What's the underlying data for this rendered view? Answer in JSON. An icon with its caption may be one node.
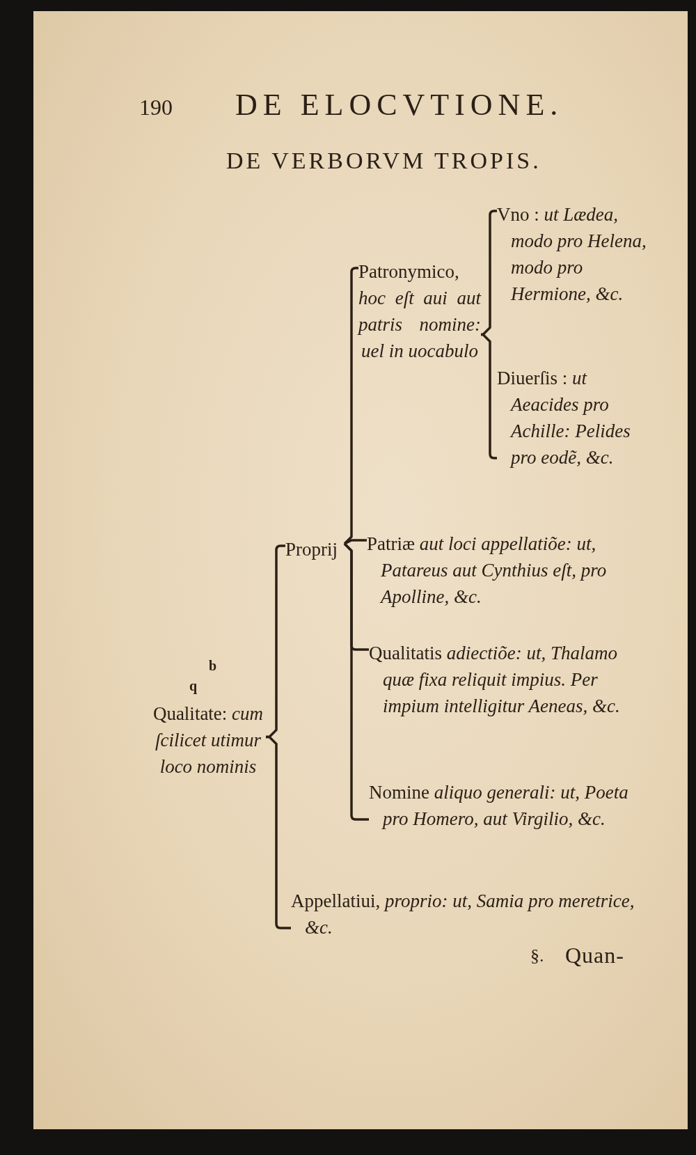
{
  "diagram": {
    "title": "DE VERBORVM TROPIS.",
    "nodes": [
      {
        "text": [
          "Qualitate: *cum ſcilicet utimur loco nominis*"
        ]
      },
      {
        "text": [
          "Proprij"
        ]
      },
      {
        "text": [
          "Patronymico, *hoc eſt aui aut patris nomine: uel in uocabulo*"
        ]
      },
      {
        "text": [
          "Vno : *ut Lædea, modo pro Helena, modo pro Hermione, &c.*"
        ]
      },
      {
        "text": [
          "Diuerſis : *ut Aeacides pro Achille: Pelides pro eodẽ, &c.*"
        ]
      },
      {
        "text": [
          "Patriæ *aut loci appellatiõe: ut, Patareus aut Cynthius eſt, pro Apolline, &c.*"
        ]
      },
      {
        "text": [
          "Qualitatis *adiectiõe: ut, Thalamo quæ fixa reliquit impius. Per impium intelligitur Aeneas, &c.*"
        ]
      },
      {
        "text": [
          "Nomine *aliquo generali: ut, Poeta pro Homero, aut Virgilio, &c.*"
        ]
      },
      {
        "text": [
          "Appellatiui, *proprio: ut, Samia pro meretrice, &c.*"
        ]
      }
    ],
    "edges": [
      {
        "from": 0,
        "to": 1,
        "arrow": "none"
      },
      {
        "from": 0,
        "to": 8,
        "arrow": "none"
      },
      {
        "from": 1,
        "to": 2,
        "arrow": "none"
      },
      {
        "from": 1,
        "to": 5,
        "arrow": "none"
      },
      {
        "from": 1,
        "to": 6,
        "arrow": "none"
      },
      {
        "from": 1,
        "to": 7,
        "arrow": "none"
      },
      {
        "from": 2,
        "to": 3,
        "arrow": "none"
      },
      {
        "from": 2,
        "to": 4,
        "arrow": "none"
      }
    ],
    "labels": [
      "190",
      "DE ELOCVTIONE.",
      "b",
      "q",
      "§.",
      "Quan-"
    ]
  }
}
